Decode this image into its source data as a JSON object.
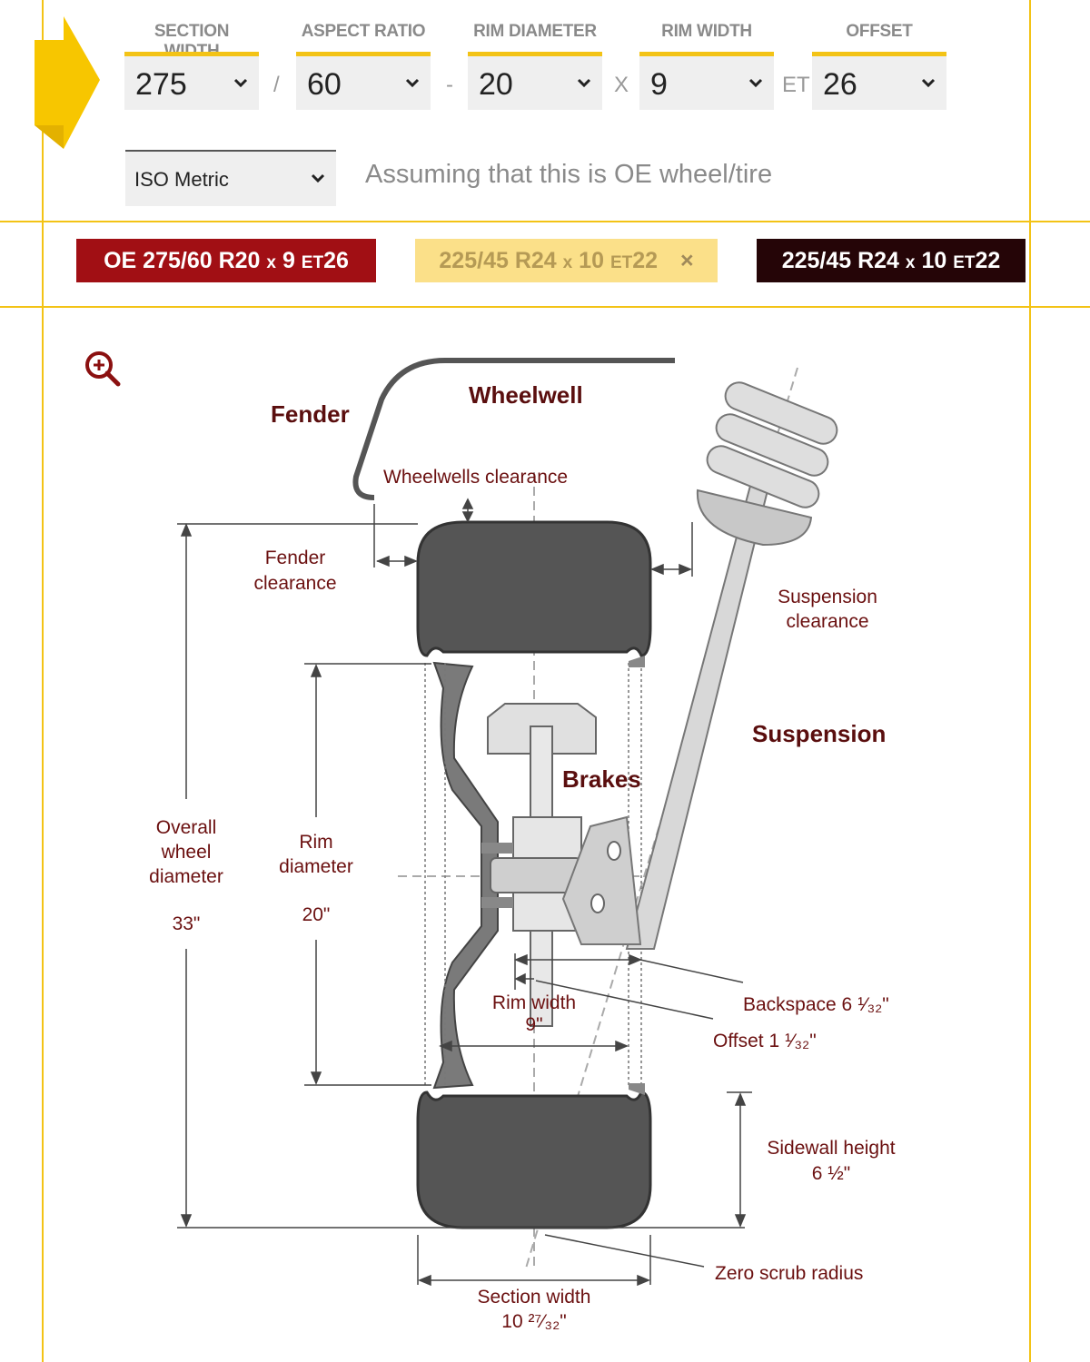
{
  "selectors": {
    "section_width": {
      "label": "SECTION WIDTH",
      "value": "275"
    },
    "aspect_ratio": {
      "label": "ASPECT RATIO",
      "value": "60"
    },
    "rim_diameter": {
      "label": "RIM DIAMETER",
      "value": "20"
    },
    "rim_width": {
      "label": "RIM WIDTH",
      "value": "9"
    },
    "offset": {
      "label": "OFFSET",
      "value": "26"
    },
    "separators": [
      "/",
      "-",
      "X",
      "ET"
    ]
  },
  "unit_system": {
    "value": "ISO Metric"
  },
  "assumption_text": "Assuming that this is OE wheel/tire",
  "badges": {
    "oe": {
      "prefix": "OE",
      "size": "275/60 R20",
      "x": "x",
      "width": "9",
      "et": "ET",
      "offset": "26"
    },
    "alternative": {
      "size": "225/45 R24",
      "x": "x",
      "width": "10",
      "et": "ET",
      "offset": "22",
      "remove": "×"
    },
    "current": {
      "size": "225/45 R24",
      "x": "x",
      "width": "10",
      "et": "ET",
      "offset": "22"
    }
  },
  "diagram": {
    "labels": {
      "fender": "Fender",
      "wheelwell": "Wheelwell",
      "wheelwells_clearance": "Wheelwells clearance",
      "fender_clearance_1": "Fender",
      "fender_clearance_2": "clearance",
      "suspension_clearance_1": "Suspension",
      "suspension_clearance_2": "clearance",
      "suspension": "Suspension",
      "brakes": "Brakes",
      "overall_1": "Overall",
      "overall_2": "wheel",
      "overall_3": "diameter",
      "overall_value": "33\"",
      "rim_diameter_1": "Rim",
      "rim_diameter_2": "diameter",
      "rim_diameter_value": "20\"",
      "rim_width": "Rim width",
      "rim_width_value": "9\"",
      "backspace": "Backspace 6 ¹⁄₃₂\"",
      "offset": "Offset 1 ¹⁄₃₂\"",
      "sidewall_1": "Sidewall height",
      "sidewall_2": "6 ½\"",
      "zero_scrub": "Zero scrub radius",
      "section_width_1": "Section width",
      "section_width_2": "10 ²⁷⁄₃₂\""
    }
  },
  "icons": {
    "arrow": "arrow-right-icon",
    "zoom": "zoom-in-icon",
    "chevron": "chevron-down-icon",
    "remove": "close-icon"
  },
  "colors": {
    "accent_yellow": "#f3c316",
    "oe_red": "#a10f14",
    "alt_yellow": "#fbe089",
    "current_dark": "#250507",
    "label_red": "#6b1010"
  }
}
